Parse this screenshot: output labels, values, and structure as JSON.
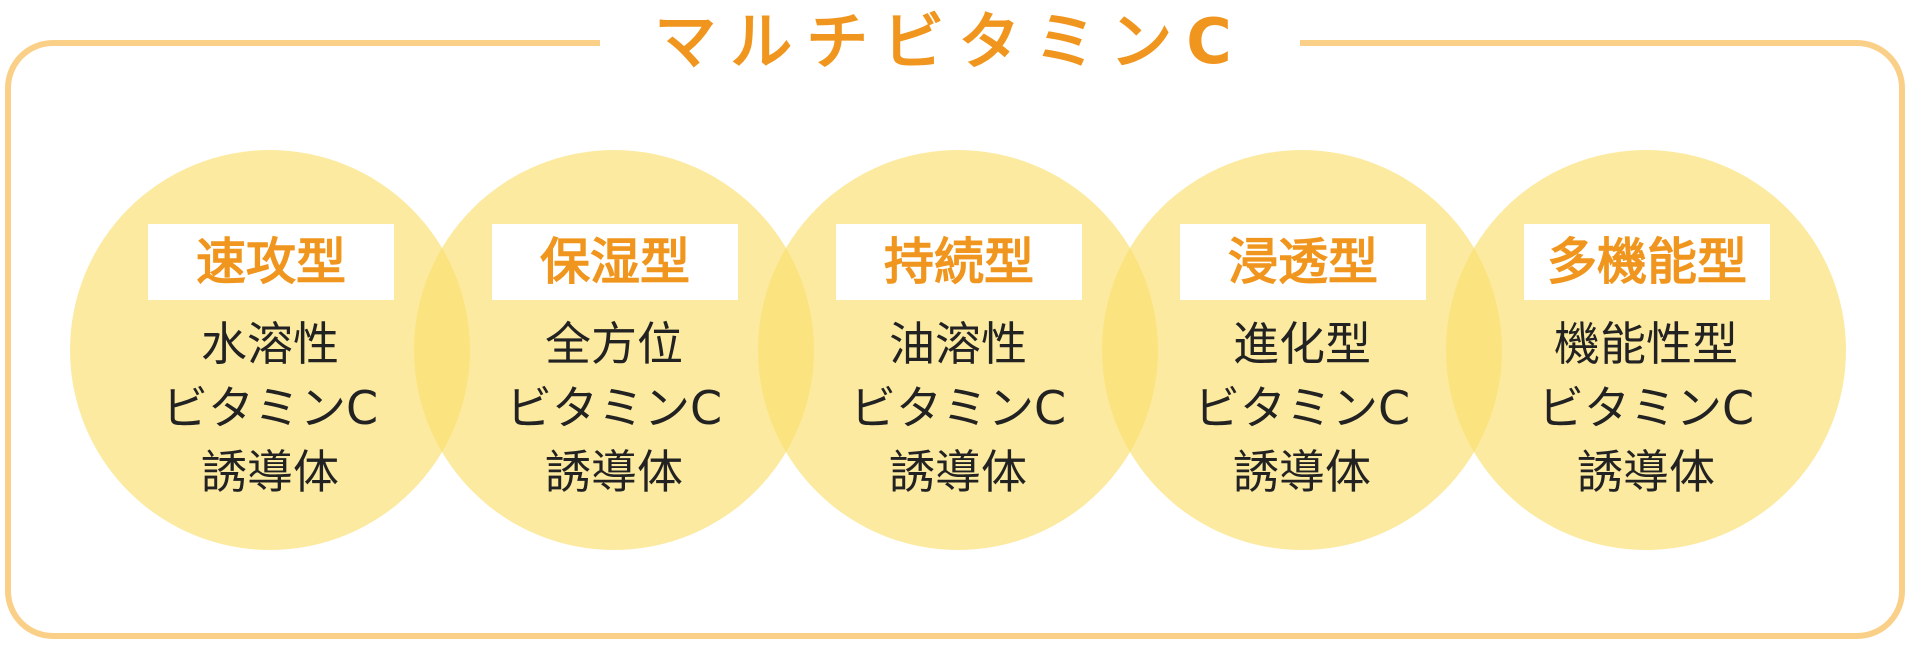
{
  "title": "マルチビタミンC",
  "colors": {
    "accent": "#F0961E",
    "frame": "#FAD088",
    "circle": "#FBDF6D",
    "text": "#222222"
  },
  "types": [
    {
      "label": "速攻型",
      "lines": [
        "水溶性",
        "ビタミンC",
        "誘導体"
      ]
    },
    {
      "label": "保湿型",
      "lines": [
        "全方位",
        "ビタミンC",
        "誘導体"
      ]
    },
    {
      "label": "持続型",
      "lines": [
        "油溶性",
        "ビタミンC",
        "誘導体"
      ]
    },
    {
      "label": "浸透型",
      "lines": [
        "進化型",
        "ビタミンC",
        "誘導体"
      ]
    },
    {
      "label": "多機能型",
      "lines": [
        "機能性型",
        "ビタミンC",
        "誘導体"
      ]
    }
  ]
}
